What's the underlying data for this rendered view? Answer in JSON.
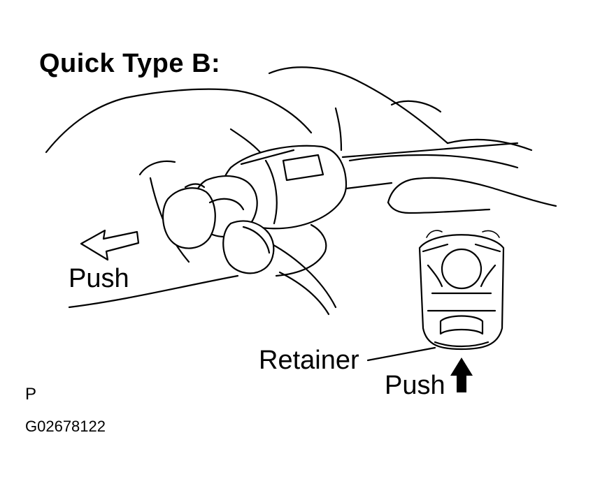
{
  "diagram": {
    "title": "Quick Type B:",
    "labels": {
      "push_left": "Push",
      "retainer": "Retainer",
      "push_right": "Push"
    },
    "corner_mark": "P",
    "figure_id": "G02678122"
  }
}
